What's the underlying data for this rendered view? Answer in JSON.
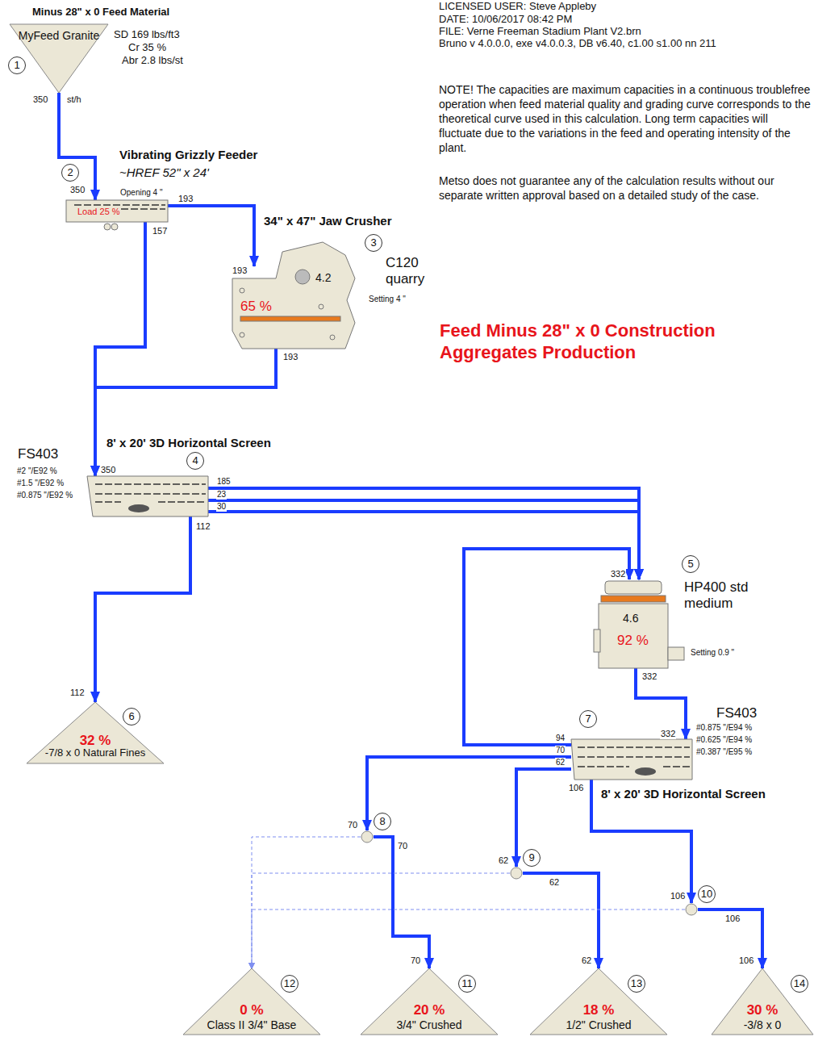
{
  "diagram": {
    "title": "Feed Minus 28\" x 0 Construction Aggregates Production",
    "nodes": [
      {
        "text": [
          "Minus 28\" x 0 Feed Material",
          "MyFeed Granite"
        ]
      },
      {
        "text": [
          "Vibrating Grizzly Feeder",
          "~HREF 52\" x 24'",
          "Load 25 %"
        ]
      },
      {
        "text": [
          "34\" x 47\" Jaw Crusher",
          "C120 quarry",
          "4.2",
          "65 %"
        ]
      },
      {
        "text": [
          "8' x 20' 3D Horizontal Screen",
          "FS403"
        ]
      },
      {
        "text": [
          "HP400 std medium",
          "4.6",
          "92 %"
        ]
      },
      {
        "text": [
          "32 %",
          "-7/8 x 0 Natural Fines"
        ]
      },
      {
        "text": [
          "FS403",
          "8' x 20' 3D Horizontal Screen"
        ]
      },
      {
        "text": [
          "8"
        ]
      },
      {
        "text": [
          "9"
        ]
      },
      {
        "text": [
          "10"
        ]
      },
      {
        "text": [
          "0 %",
          "Class II 3/4\" Base"
        ]
      },
      {
        "text": [
          "20 %",
          "3/4\" Crushed"
        ]
      },
      {
        "text": [
          "18 %",
          "1/2\" Crushed"
        ]
      },
      {
        "text": [
          "30 %",
          "-3/8 x 0"
        ]
      }
    ],
    "edges": [
      {
        "from": 0,
        "to": 1,
        "arrow": "to"
      },
      {
        "from": 1,
        "to": 2,
        "arrow": "to"
      },
      {
        "from": 1,
        "to": 3,
        "arrow": "to"
      },
      {
        "from": 2,
        "to": 3,
        "arrow": "to"
      },
      {
        "from": 3,
        "to": 4,
        "arrow": "to"
      },
      {
        "from": 3,
        "to": 4,
        "arrow": "to"
      },
      {
        "from": 3,
        "to": 4,
        "arrow": "to"
      },
      {
        "from": 3,
        "to": 5,
        "arrow": "to"
      },
      {
        "from": 4,
        "to": 6,
        "arrow": "to"
      },
      {
        "from": 6,
        "to": 4,
        "arrow": "to"
      },
      {
        "from": 6,
        "to": 7,
        "arrow": "to"
      },
      {
        "from": 6,
        "to": 8,
        "arrow": "to"
      },
      {
        "from": 6,
        "to": 9,
        "arrow": "to"
      },
      {
        "from": 7,
        "to": 11,
        "arrow": "to"
      },
      {
        "from": 7,
        "to": 10,
        "arrow": "to"
      },
      {
        "from": 8,
        "to": 12,
        "arrow": "to"
      },
      {
        "from": 8,
        "to": 10,
        "arrow": "to"
      },
      {
        "from": 9,
        "to": 13,
        "arrow": "to"
      },
      {
        "from": 9,
        "to": 10,
        "arrow": "to"
      }
    ],
    "labels": [
      "LICENSED USER: Steve Appleby",
      "DATE: 10/06/2017 08:42 PM",
      "FILE: Verne Freeman Stadium Plant V2.brn",
      "Bruno v 4.0.0.0, exe v4.0.0.3, DB v6.40, c1.00 s1.00 nn 211",
      "NOTE! The capacities are maximum capacities in a continuous troublefree operation when feed material quality and grading curve corresponds to the theoretical curve used in this calculation. Long term capacities will fluctuate due to the variations in the feed and operating intensity of the plant.",
      "Metso does not guarantee any of the calculation results without our separate written approval based on a detailed study of the case.",
      "1",
      "SD 169 lbs/ft3",
      "Cr 35 %",
      "Abr 2.8 lbs/st",
      "350",
      "st/h",
      "2",
      "350",
      "Opening 4 \"",
      "193",
      "157",
      "3",
      "Setting 4 \"",
      "193",
      "193",
      "4",
      "#2 \"/E92 %",
      "#1.5 \"/E92 %",
      "#0.875 \"/E92 %",
      "350",
      "185",
      "23",
      "30",
      "112",
      "5",
      "332",
      "Setting 0.9 \"",
      "332",
      "112",
      "6",
      "7",
      "332",
      "#0.875 \"/E94 %",
      "#0.625 \"/E94 %",
      "#0.387 \"/E95 %",
      "94",
      "70",
      "62",
      "106",
      "70",
      "70",
      "62",
      "62",
      "106",
      "106",
      "12",
      "11",
      "70",
      "13",
      "62",
      "14",
      "106"
    ]
  }
}
